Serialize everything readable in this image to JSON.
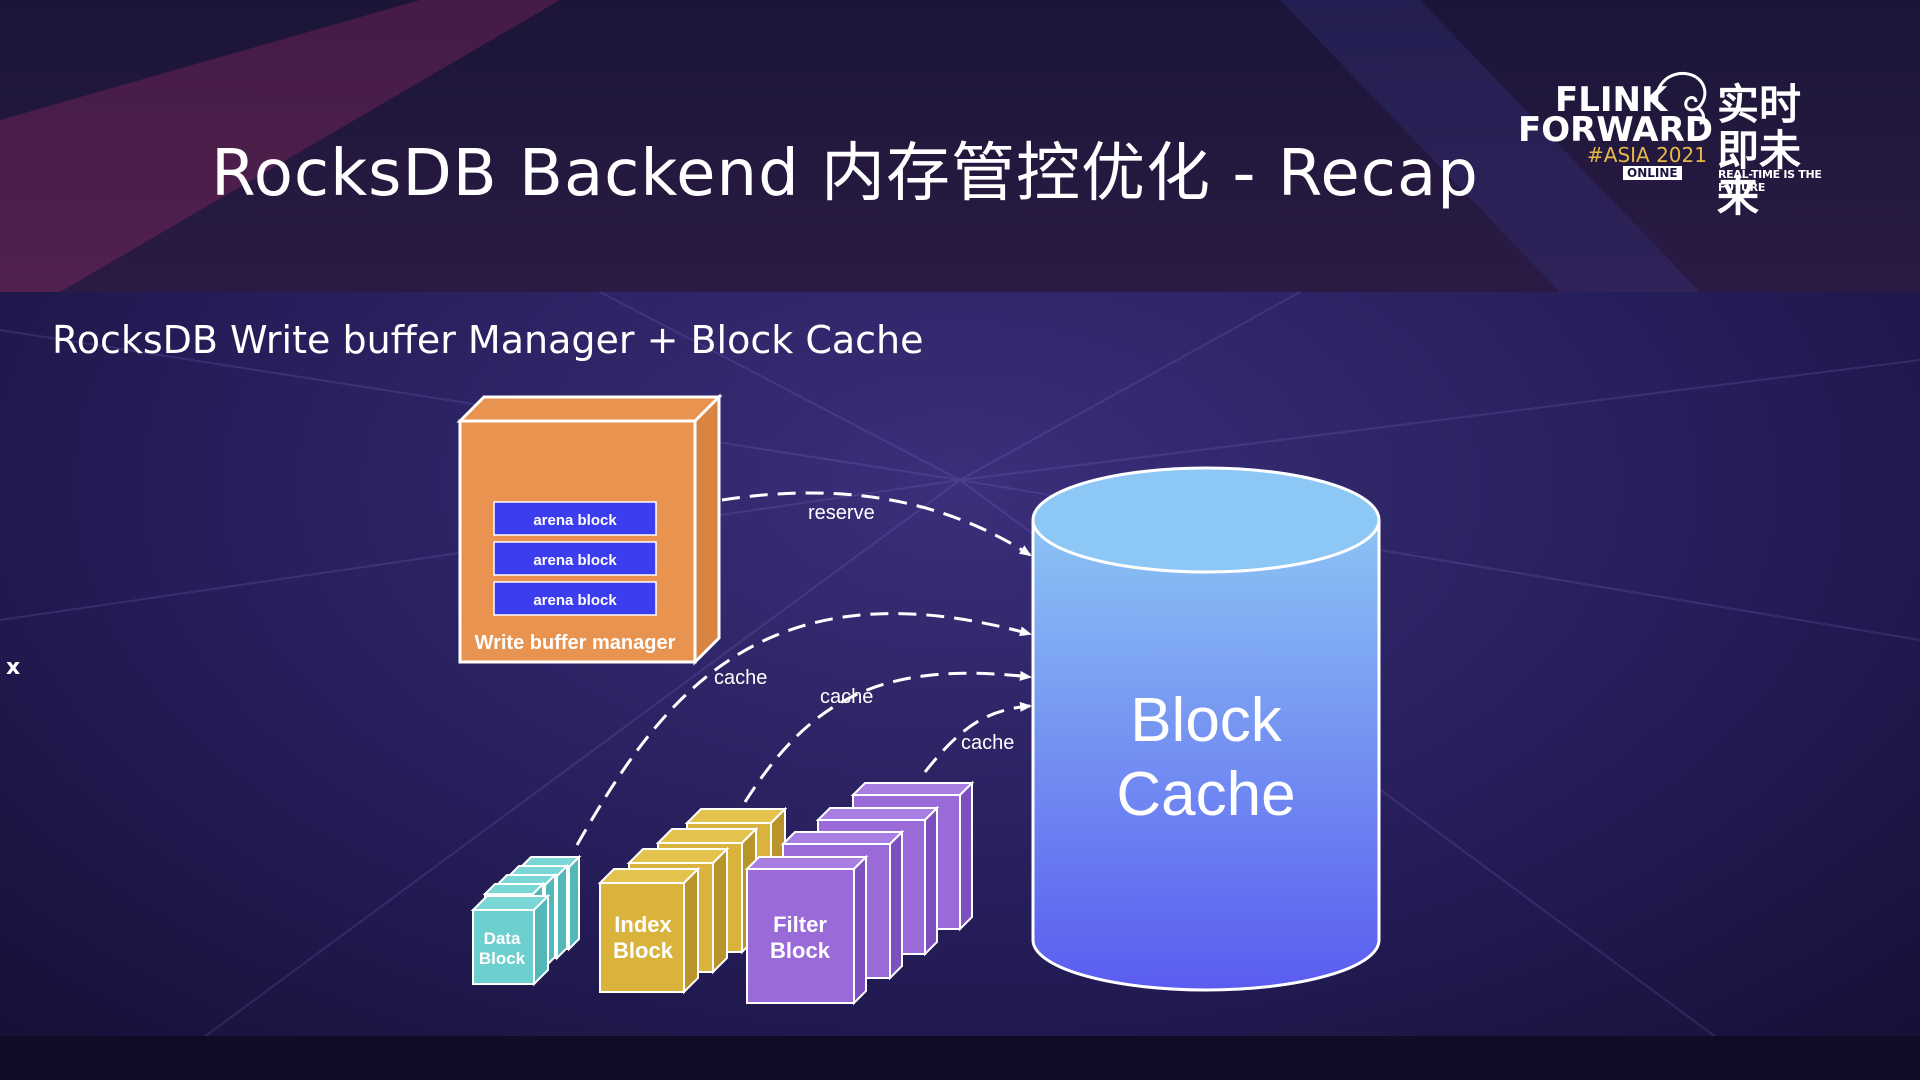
{
  "slide": {
    "title": "RocksDB Backend 内存管控优化 - Recap",
    "subtitle": "RocksDB Write buffer Manager + Block Cache",
    "side_marker": "x"
  },
  "logo": {
    "line1": "FLINK",
    "line2": "FORWARD",
    "edition": "#ASIA 2021",
    "badge": "ONLINE",
    "chinese": "实时即未来",
    "tagline": "REAL-TIME IS THE FUTURE"
  },
  "diagram": {
    "write_buffer_manager": {
      "label": "Write buffer manager",
      "arena_blocks": [
        "arena block",
        "arena block",
        "arena block"
      ]
    },
    "block_cache": {
      "line1": "Block",
      "line2": "Cache"
    },
    "data_block": {
      "line1": "Data",
      "line2": "Block"
    },
    "index_block": {
      "line1": "Index",
      "line2": "Block"
    },
    "filter_block": {
      "line1": "Filter",
      "line2": "Block"
    },
    "edges": {
      "reserve": "reserve",
      "cache_data": "cache",
      "cache_index": "cache",
      "cache_filter": "cache"
    }
  },
  "colors": {
    "write_buffer": "#e89350",
    "arena_block": "#3d3df0",
    "data_block": "#6ecfcf",
    "index_block": "#d9b33c",
    "filter_block": "#9a6ad8",
    "cache_top": "#8cc4f4",
    "cache_bottom": "#5a5cf0"
  }
}
